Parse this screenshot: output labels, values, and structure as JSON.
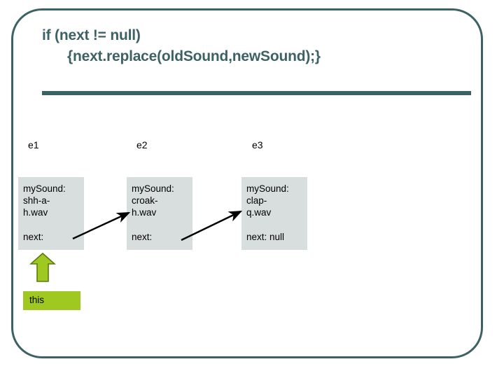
{
  "slide": {
    "code_title": {
      "line1": "if (next != null)",
      "line2": "{next.replace(oldSound,newSound);}"
    },
    "columns": [
      {
        "label": "e1"
      },
      {
        "label": "e2"
      },
      {
        "label": "e3"
      }
    ],
    "nodes": [
      {
        "sound_label": "mySound:",
        "sound_value": "shh-a-\nh.wav",
        "next_label": "next:"
      },
      {
        "sound_label": "mySound:",
        "sound_value": "croak-\nh.wav",
        "next_label": "next:"
      },
      {
        "sound_label": "mySound:",
        "sound_value": "clap-\nq.wav",
        "next_label": "next: null"
      }
    ],
    "this_pointer": {
      "label": "this",
      "arrow_icon": "up-block-arrow-icon"
    },
    "colors": {
      "frame_border": "#3d6265",
      "title_text": "#3d6265",
      "rule": "#3d6265",
      "node_fill": "#d7dedd",
      "this_green": "#9fc821",
      "arrow_black": "#000000",
      "background": "#ffffff"
    }
  }
}
